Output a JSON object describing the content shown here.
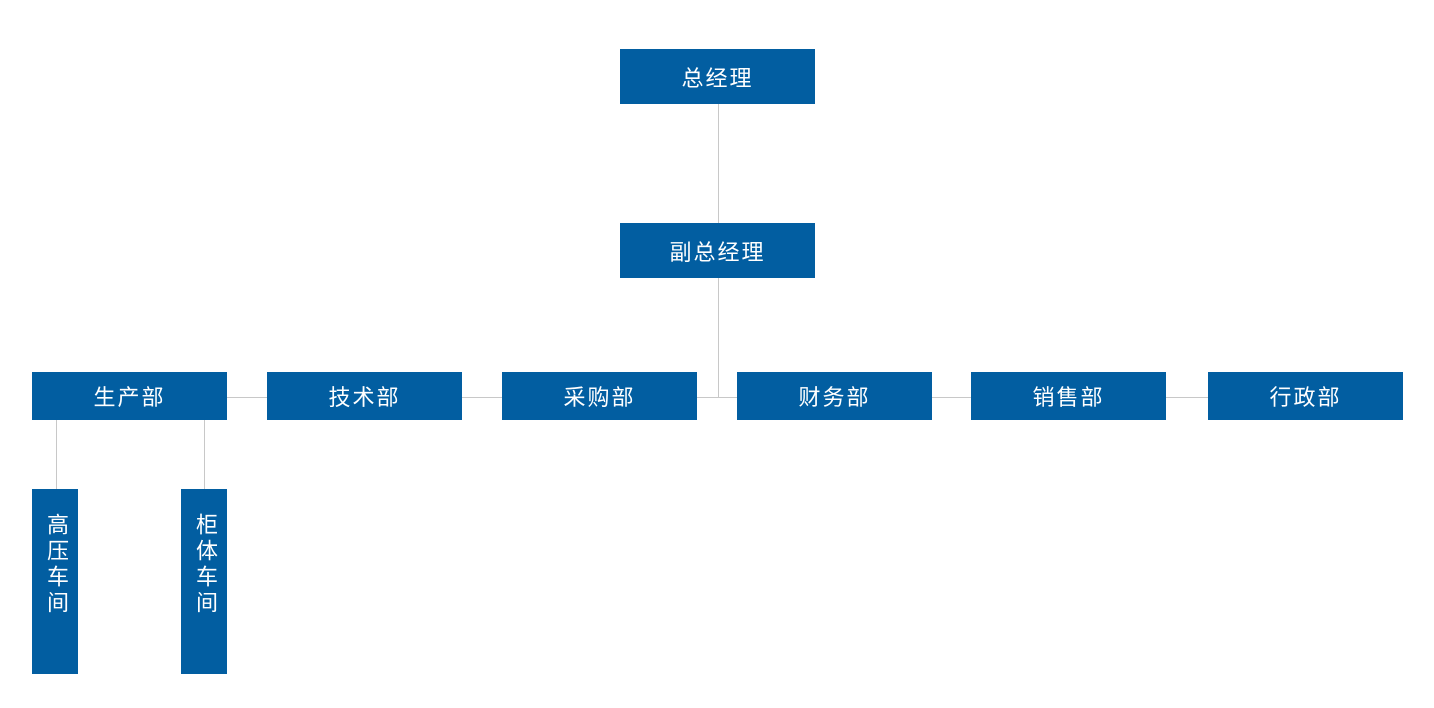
{
  "org": {
    "general_manager": "总经理",
    "deputy_general_manager": "副总经理",
    "departments": [
      "生产部",
      "技术部",
      "采购部",
      "财务部",
      "销售部",
      "行政部"
    ],
    "workshops": [
      "高压车间",
      "柜体车间"
    ]
  },
  "colors": {
    "box_fill": "#025ea1",
    "box_text": "#ffffff",
    "connector": "#c8c8c8",
    "background": "#ffffff"
  }
}
